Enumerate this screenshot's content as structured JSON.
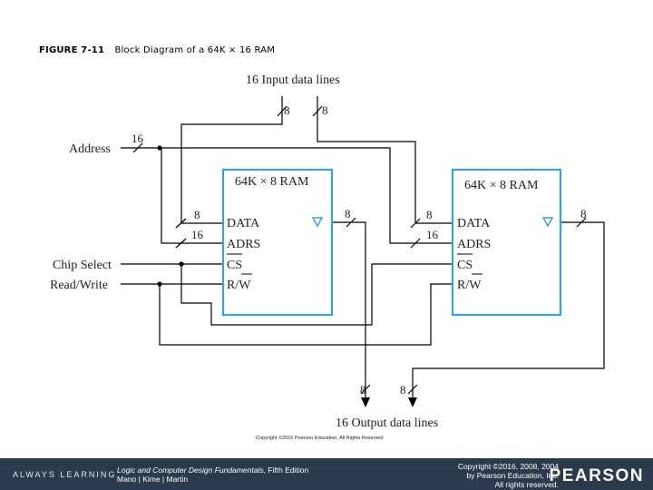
{
  "figure": {
    "number": "FIGURE 7-11",
    "caption": "Block Diagram of a 64K × 16 RAM"
  },
  "diagram": {
    "input_label": "16 Input data lines",
    "output_label": "16 Output data lines",
    "address_label": "Address",
    "chip_select_label": "Chip Select",
    "read_write_label": "Read/Write",
    "bus_width_16": "16",
    "bus_width_8": "8",
    "ram_left": {
      "title": "64K × 8 RAM",
      "pin_data": "DATA",
      "pin_adrs": "ADRS",
      "pin_cs": "CS",
      "pin_rw": "R/W"
    },
    "ram_right": {
      "title": "64K × 8 RAM",
      "pin_data": "DATA",
      "pin_adrs": "ADRS",
      "pin_cs": "CS",
      "pin_rw": "R/W"
    },
    "copyright_small": "Copyright ©2016 Pearson Education, All Rights Reserved",
    "box_color": "#3aa0d8"
  },
  "footer": {
    "brand": "ALWAYS LEARNING",
    "book_title": "Logic and Computer Design Fundamentals",
    "book_edition": ", Fifth Edition",
    "authors": "Mano | Kime | Martin",
    "copyright_line1": "Copyright ©2016, 2008, 2004",
    "copyright_line2": "by Pearson Education, Inc.",
    "copyright_line3": "All rights reserved.",
    "publisher": "PEARSON"
  }
}
